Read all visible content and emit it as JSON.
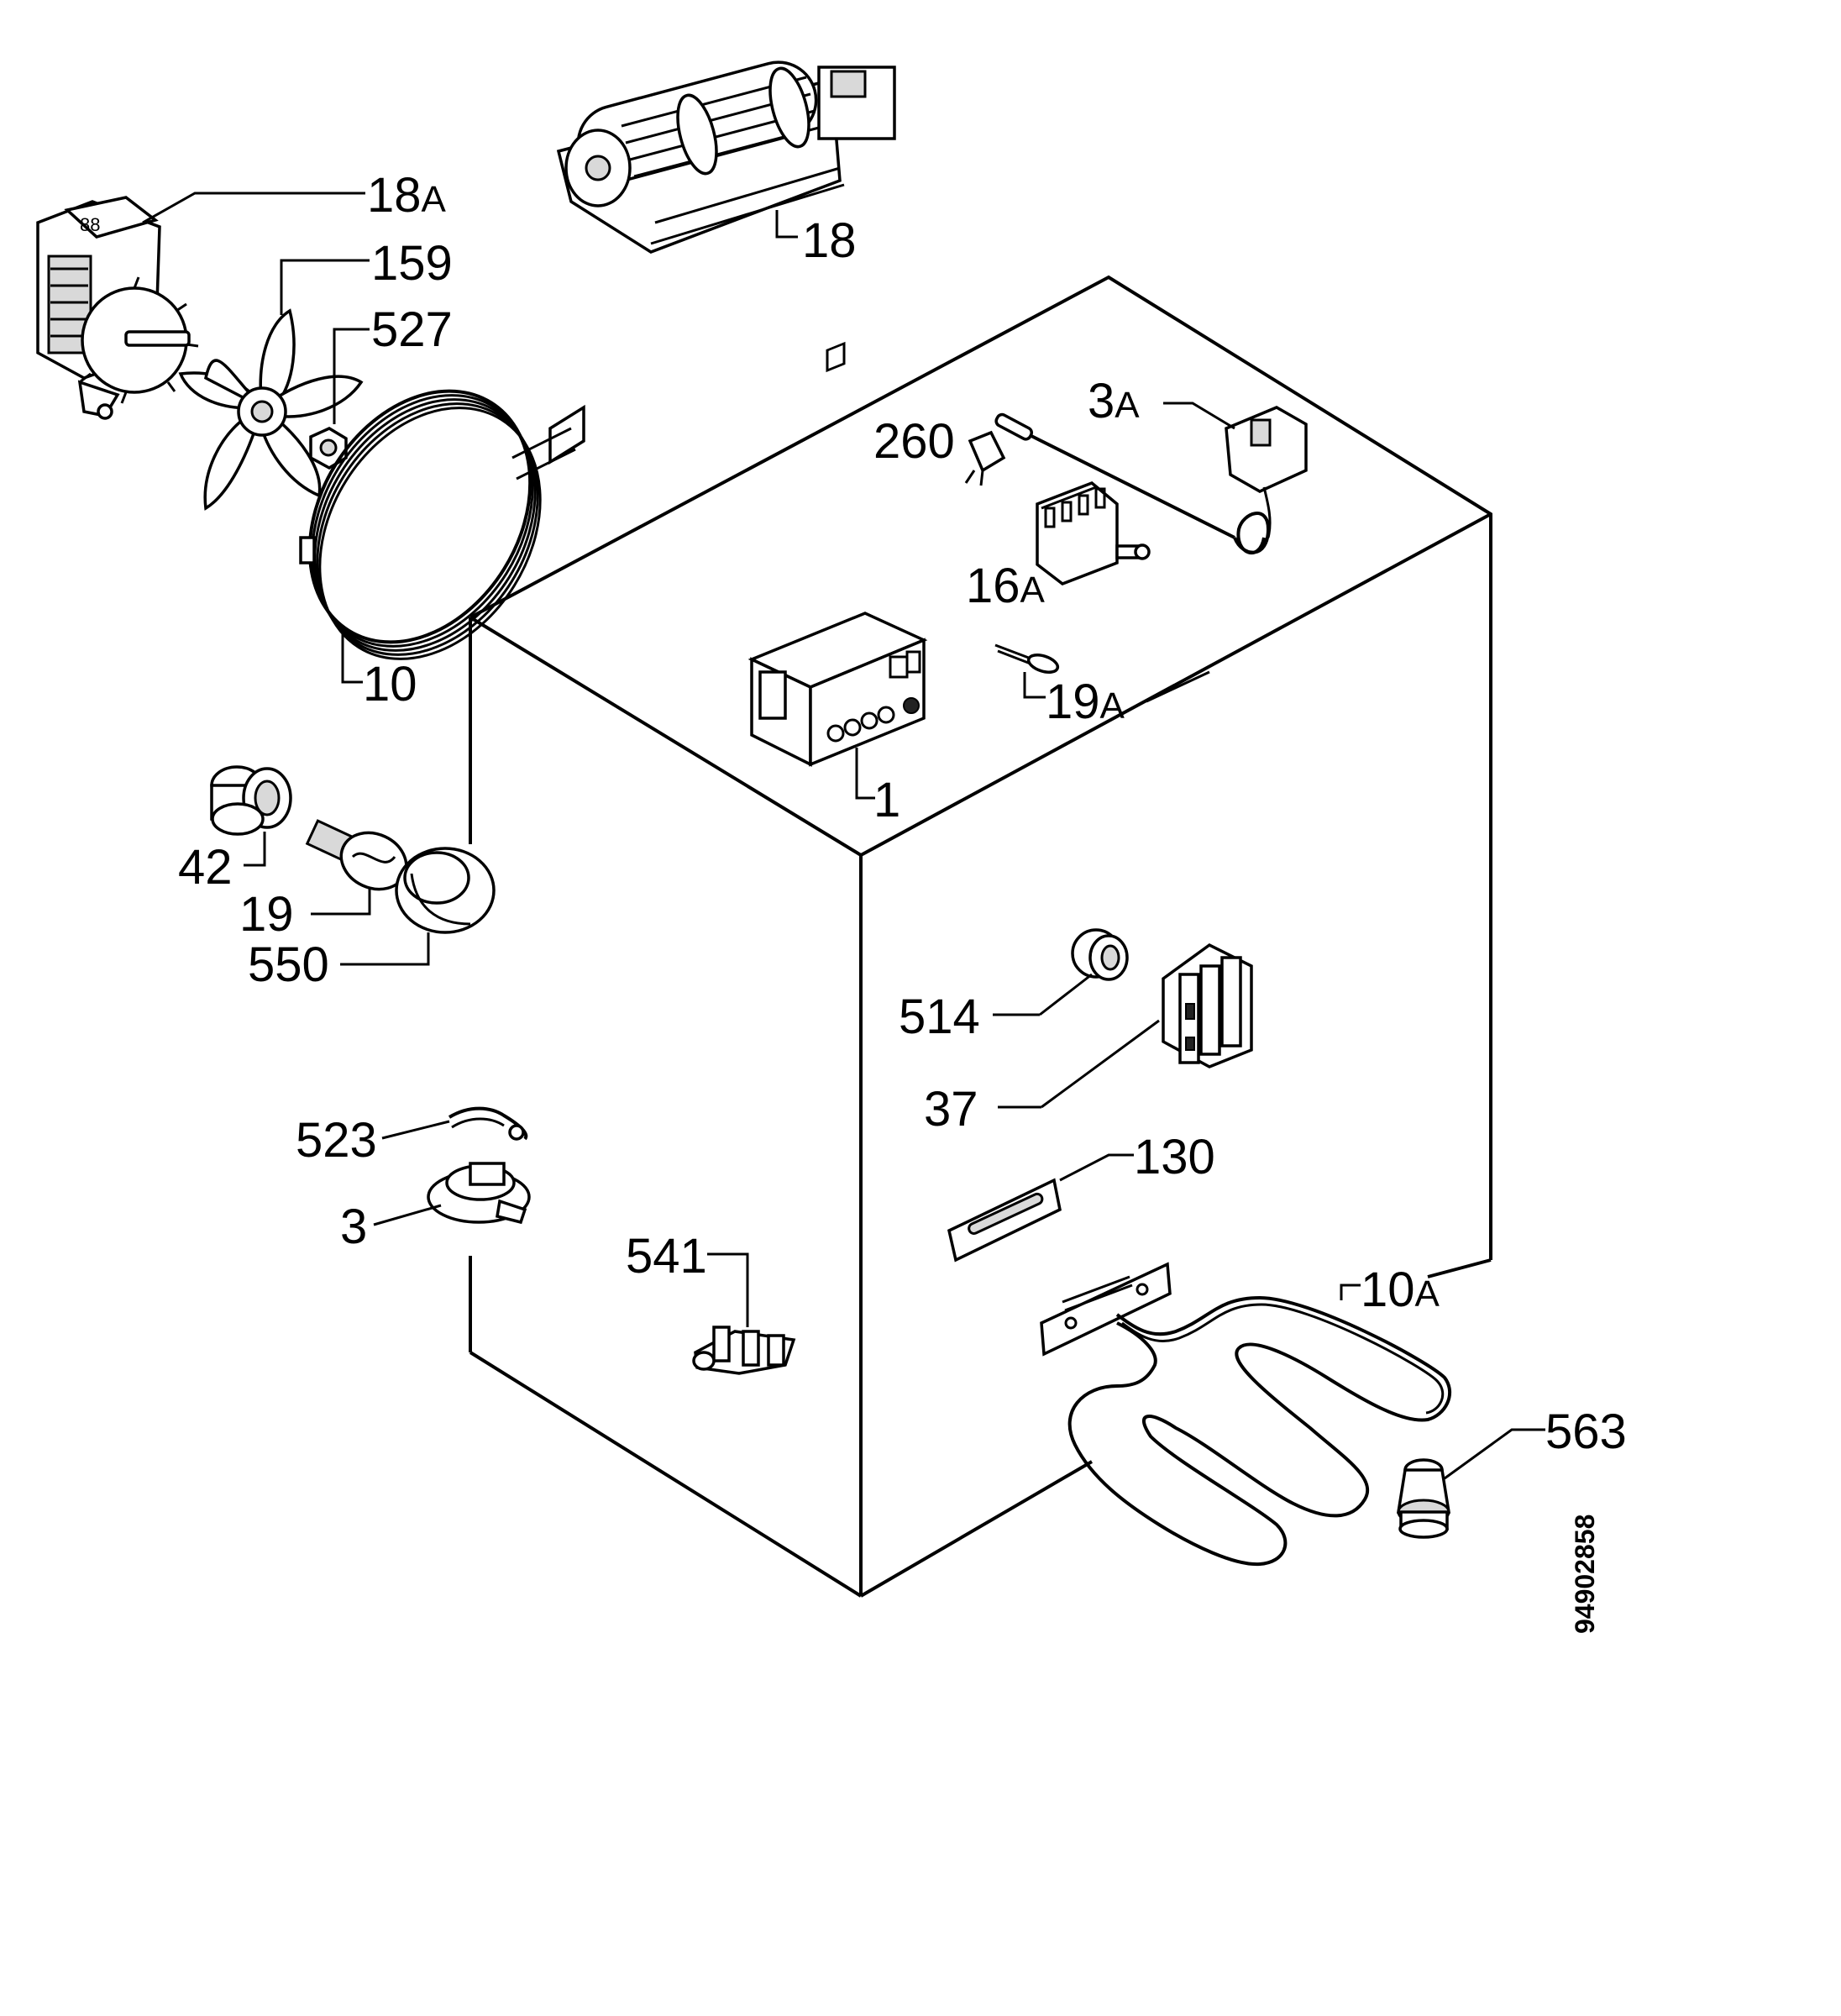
{
  "labels": {
    "l18A": {
      "main": "18",
      "suffix": "A"
    },
    "l18": {
      "main": "18"
    },
    "l159": {
      "main": "159"
    },
    "l527": {
      "main": "527"
    },
    "l3A": {
      "main": "3",
      "suffix": "A"
    },
    "l260": {
      "main": "260"
    },
    "l16A": {
      "main": "16",
      "suffix": "A"
    },
    "l10": {
      "main": "10"
    },
    "l19A": {
      "main": "19",
      "suffix": "A"
    },
    "l1": {
      "main": "1"
    },
    "l42": {
      "main": "42"
    },
    "l19": {
      "main": "19"
    },
    "l550": {
      "main": "550"
    },
    "l514": {
      "main": "514"
    },
    "l37": {
      "main": "37"
    },
    "l523": {
      "main": "523"
    },
    "l130": {
      "main": "130"
    },
    "l3": {
      "main": "3"
    },
    "l541": {
      "main": "541"
    },
    "l10A": {
      "main": "10",
      "suffix": "A"
    },
    "l563": {
      "main": "563"
    }
  },
  "document_number": "94902858"
}
